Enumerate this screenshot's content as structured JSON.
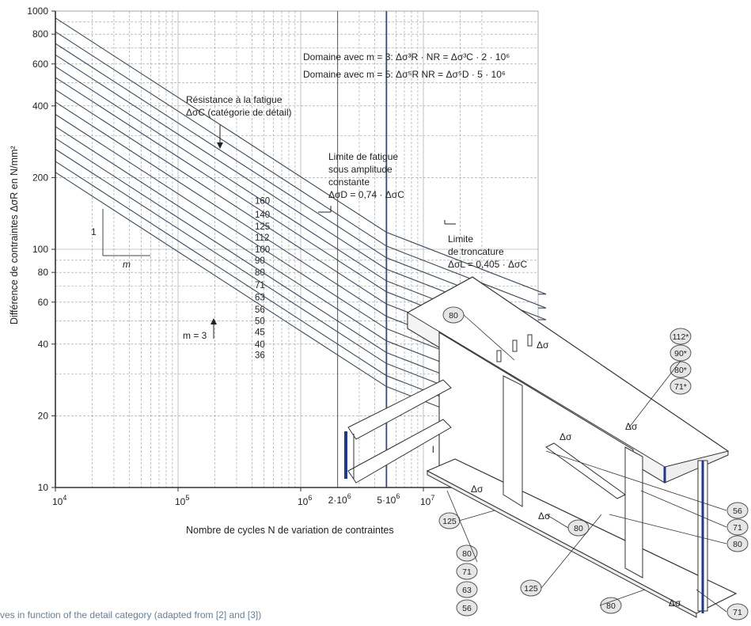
{
  "chart_data": {
    "type": "line",
    "xscale": "log",
    "yscale": "log",
    "xlim": [
      10000,
      100000000
    ],
    "ylim": [
      10,
      1000
    ],
    "x_ticks": [
      {
        "value": 10000,
        "base": "10",
        "exp": "4"
      },
      {
        "value": 100000,
        "base": "10",
        "exp": "5"
      },
      {
        "value": 1000000,
        "base": "10",
        "exp": "6"
      },
      {
        "value": 10000000,
        "base": "10",
        "exp": "7"
      }
    ],
    "x_special_ticks": [
      {
        "value": 2000000,
        "label": "2·10",
        "exp": "6"
      },
      {
        "value": 5000000,
        "label": "5·10",
        "exp": "6"
      }
    ],
    "y_ticks": [
      "10",
      "20",
      "40",
      "60",
      "80",
      "100",
      "200",
      "400",
      "600",
      "800",
      "1000"
    ],
    "xlabel": "Nombre de cycles N de variation de contraintes",
    "ylabel": "Différence de contraintes ΔσR en N/mm²",
    "categories": [
      160,
      140,
      125,
      112,
      100,
      90,
      80,
      71,
      63,
      56,
      50,
      45,
      40,
      36
    ],
    "slope_m1": 3,
    "slope_m2": 5,
    "N_C": 2000000,
    "N_D": 5000000,
    "N_L": 100000000,
    "annotations": {
      "domain_m3": "Domaine avec m = 3: Δσ³R · NR = Δσ³C · 2 · 10⁶",
      "domain_m5": "Domaine avec m = 5: Δσ⁵R  NR = Δσ⁵D · 5 · 10⁶",
      "resistance_title": "Résistance à la fatigue",
      "resistance_sub": "ΔσC (catégorie de détail)",
      "fatigue_limit_1": "Limite de fatigue",
      "fatigue_limit_2": "sous amplitude",
      "fatigue_limit_3": "constante",
      "fatigue_limit_4": "ΔσD = 0,74 · ΔσC",
      "cutoff_1": "Limite",
      "cutoff_2": "de troncature",
      "cutoff_3": "ΔσL = 0,405 · ΔσC",
      "slope_one": "1",
      "slope_m": "m",
      "m_equals_3": "m = 3"
    },
    "colors": {
      "curves": "#3a4a5c",
      "axis": "#333333",
      "grid": "#9a9a9a",
      "beam_edge": "#1f3a8a"
    }
  },
  "figure": {
    "detail_labels": {
      "top_flange": "80",
      "stiffener_stack": [
        "112*",
        "90*",
        "80*",
        "71*"
      ],
      "right_stack": [
        "56",
        "71",
        "80"
      ],
      "bottom_left": "125",
      "bottom_mid": "80",
      "bottom_stack": [
        "80",
        "71",
        "63",
        "56"
      ],
      "bottom_center": "125",
      "bottom_right_a": "80",
      "bottom_right_b": "71",
      "delta_sigma": "Δσ",
      "length_l": "l"
    }
  },
  "caption": "ves in function of the detail category (adapted from [2] and [3])"
}
